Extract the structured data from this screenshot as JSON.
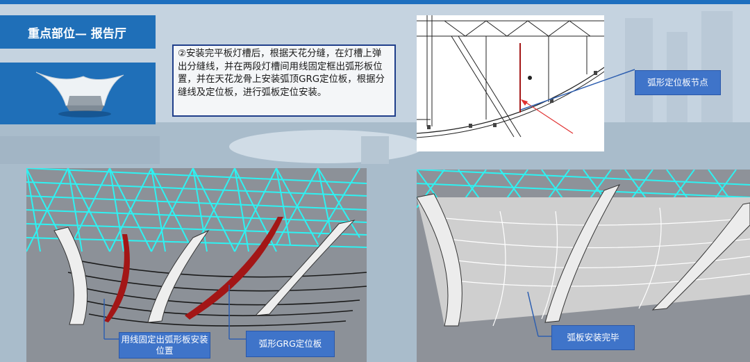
{
  "header": {
    "title": "重点部位— 报告厅"
  },
  "description": {
    "text": "②安装完平板灯槽后，根据天花分缝，在灯槽上弹出分缝线，并在两段灯槽间用线固定框出弧形板位置，并在天花龙骨上安装弧顶GRG定位板，根据分缝线及定位板，进行弧板定位安装。"
  },
  "callouts": {
    "node_label": "弧形定位板节点",
    "frame_label": "用线固定出弧形板安装位置",
    "grg_label": "弧形GRG定位板",
    "finished_label": "弧板安装完毕"
  },
  "colors": {
    "accent": "#1f6fb8",
    "truss": "#2ef2f2",
    "grg_board": "#a31616",
    "callout": "#3f74c9",
    "border": "#1f3e8a"
  }
}
